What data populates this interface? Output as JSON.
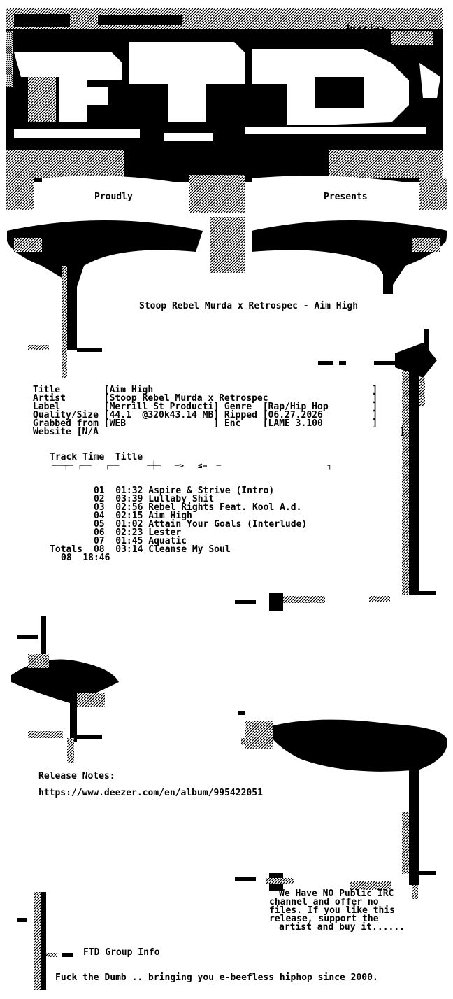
{
  "header": {
    "credit": "bc<cia>",
    "proudly": "Proudly",
    "presents": "Presents",
    "release_title": "Stoop Rebel Murda x Retrospec - Aim High"
  },
  "info": {
    "rows": [
      "Title        [Aim High                                        ]",
      "Artist       [Stoop Rebel Murda x Retrospec                   ]",
      "Label        [Merrill St Producti] Genre  [Rap/Hip Hop        ]",
      "Quality/Size [44.1  @320k43.14 MB] Ripped [06.27.2026         ]",
      "Grabbed from [WEB                ] Enc    [LAME 3.100         ]",
      "Website [N/A                                                       ]"
    ]
  },
  "tracklist": {
    "header": "Track Time  Title",
    "rule": "┌──┬─ ┌──   ┌──      ─┼─   ─>   ≤→  ─                       ┐",
    "tracks": [
      {
        "num": "01",
        "time": "01:32",
        "title": "Aspire & Strive (Intro)"
      },
      {
        "num": "02",
        "time": "03:39",
        "title": "Lullaby Shit"
      },
      {
        "num": "03",
        "time": "02:56",
        "title": "Rebel Rights Feat. Kool A.d."
      },
      {
        "num": "04",
        "time": "02:15",
        "title": "Aim High"
      },
      {
        "num": "05",
        "time": "01:02",
        "title": "Attain Your Goals (Interlude)"
      },
      {
        "num": "06",
        "time": "02:23",
        "title": "Lester"
      },
      {
        "num": "07",
        "time": "01:45",
        "title": "Aquatic"
      },
      {
        "num": "08",
        "time": "03:14",
        "title": "Cleanse My Soul"
      }
    ],
    "totals_label": "Totals",
    "totals_count": "08",
    "totals_time": "18:46"
  },
  "notes": {
    "label": "Release Notes:",
    "url": "https://www.deezer.com/en/album/995422051"
  },
  "irc": {
    "lines": [
      "We Have NO Public IRC",
      "channel and offer no",
      "files. If you like this",
      "release, support the",
      "artist and buy it......"
    ]
  },
  "footer": {
    "group_info": "FTD Group Info",
    "tagline": "Fuck the Dumb .. bringing you e-beefless hiphop since 2000."
  }
}
